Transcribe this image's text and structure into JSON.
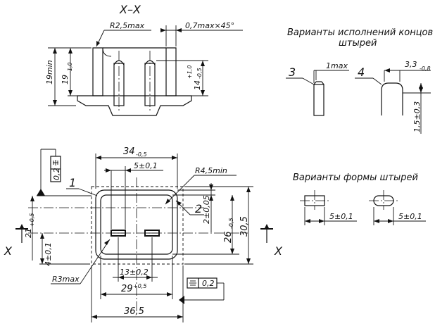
{
  "section_title": "X–X",
  "top_section": {
    "radius_label": "R2,5max",
    "chamfer_label": "0,7max×45°",
    "height_min_label": "19min",
    "height_label": "19",
    "height_tol": "-1,0",
    "pin_height_label": "14",
    "pin_height_tol_upper": "+1,0",
    "pin_height_tol_lower": "-0,5"
  },
  "pin_ends": {
    "title_line1": "Варианты исполнений концов",
    "title_line2": "штырей",
    "variant_3": "3",
    "variant_3_dim": "1max",
    "variant_4": "4",
    "variant_4_dim": "3,3",
    "variant_4_dim_tol": "-0,8",
    "variant_4_vdim": "1,5±0,3"
  },
  "pin_shapes": {
    "title": "Варианты формы штырей",
    "dim_left": "5±0,1",
    "dim_right": "5±0,1"
  },
  "plan": {
    "width_top": "34",
    "width_top_tol": "-0,5",
    "pin_width": "5±0,1",
    "corner_radius": "R4,5min",
    "label_1": "1",
    "label_2": "2",
    "wall_dim": "2±0,05",
    "inner_height": "26",
    "inner_height_tol": "-0,5",
    "outer_height": "30,5",
    "left_height": "21",
    "left_height_tol": "+0,5",
    "offset": "4±0,1",
    "corner_r3": "R3max",
    "pin_spacing": "13±0,2",
    "inner_width": "29",
    "inner_width_tol": "+0,5",
    "outer_width": "36,5",
    "tol_frame_value": "0,2",
    "tol_frame_value_bottom": "0,2",
    "section_mark_left": "X",
    "section_mark_right": "X"
  }
}
